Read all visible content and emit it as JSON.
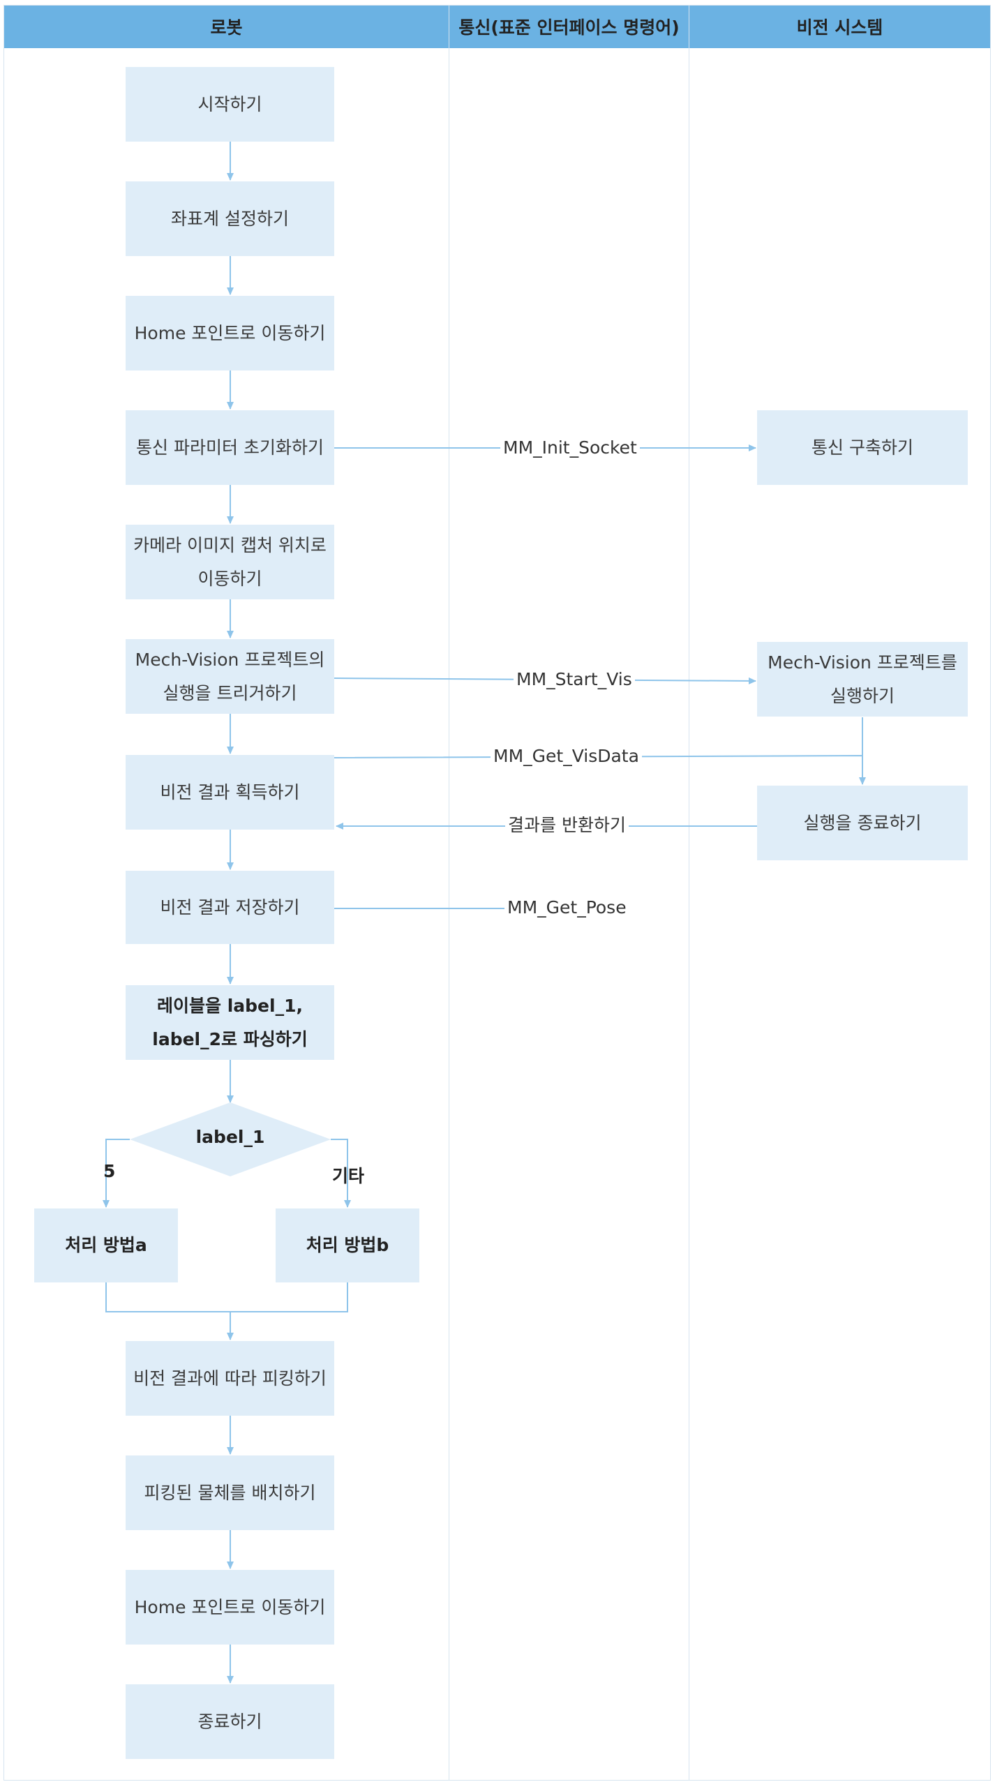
{
  "lanes": {
    "robot": "로봇",
    "comm": "통신(표준 인터페이스 명령어)",
    "vision": "비전 시스템"
  },
  "robot_steps": {
    "start": "시작하기",
    "coord": "좌표계 설정하기",
    "home1": "Home 포인트로 이동하기",
    "comm_init": "통신 파라미터 초기화하기",
    "camera_pos": "카메라 이미지 캡처 위치로 이동하기",
    "trigger": "Mech-Vision 프로젝트의 실행을 트리거하기",
    "get_result": "비전 결과 획득하기",
    "save_result": "비전 결과 저장하기",
    "parse": "레이블을 label_1, label_2로 파싱하기",
    "decision": "label_1",
    "proc_a": "처리 방법a",
    "proc_b": "처리 방법b",
    "pick": "비전 결과에 따라 피킹하기",
    "place": "피킹된 물체를 배치하기",
    "home2": "Home 포인트로 이동하기",
    "end": "종료하기"
  },
  "vision_steps": {
    "build_comm": "통신 구축하기",
    "run_project": "Mech-Vision 프로젝트를 실행하기",
    "finish": "실행을 종료하기"
  },
  "commands": {
    "init_socket": "MM_Init_Socket",
    "start_vis": "MM_Start_Vis",
    "get_visdata": "MM_Get_VisData",
    "return_result": "결과를 반환하기",
    "get_pose": "MM_Get_Pose"
  },
  "branches": {
    "left": "5",
    "right": "기타"
  },
  "colors": {
    "header": "#6bb2e3",
    "box": "#dfedf8",
    "line": "#8ec4ea"
  }
}
